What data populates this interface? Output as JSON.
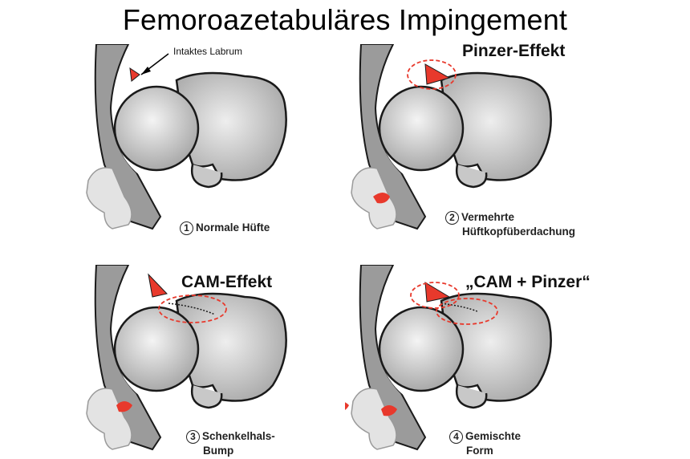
{
  "title": "Femoroazetabuläres Impingement",
  "panels": [
    {
      "number": "1",
      "caption_line1": "Normale Hüfte",
      "caption_line2": "",
      "heading": "",
      "annotation": "Intaktes Labrum"
    },
    {
      "number": "2",
      "caption_line1": "Vermehrte",
      "caption_line2": "Hüftkopfüberdachung",
      "heading": "Pinzer-Effekt",
      "annotation": ""
    },
    {
      "number": "3",
      "caption_line1": "Schenkelhals-",
      "caption_line2": "Bump",
      "heading": "CAM-Effekt",
      "annotation": ""
    },
    {
      "number": "4",
      "caption_line1": "Gemischte",
      "caption_line2": "Form",
      "heading": "„CAM + Pinzer“",
      "annotation": ""
    }
  ],
  "colors": {
    "bone": "#9b9b9b",
    "head": "#c8c8c8",
    "labrum": "#e8392c",
    "outline": "#1a1a1a"
  }
}
